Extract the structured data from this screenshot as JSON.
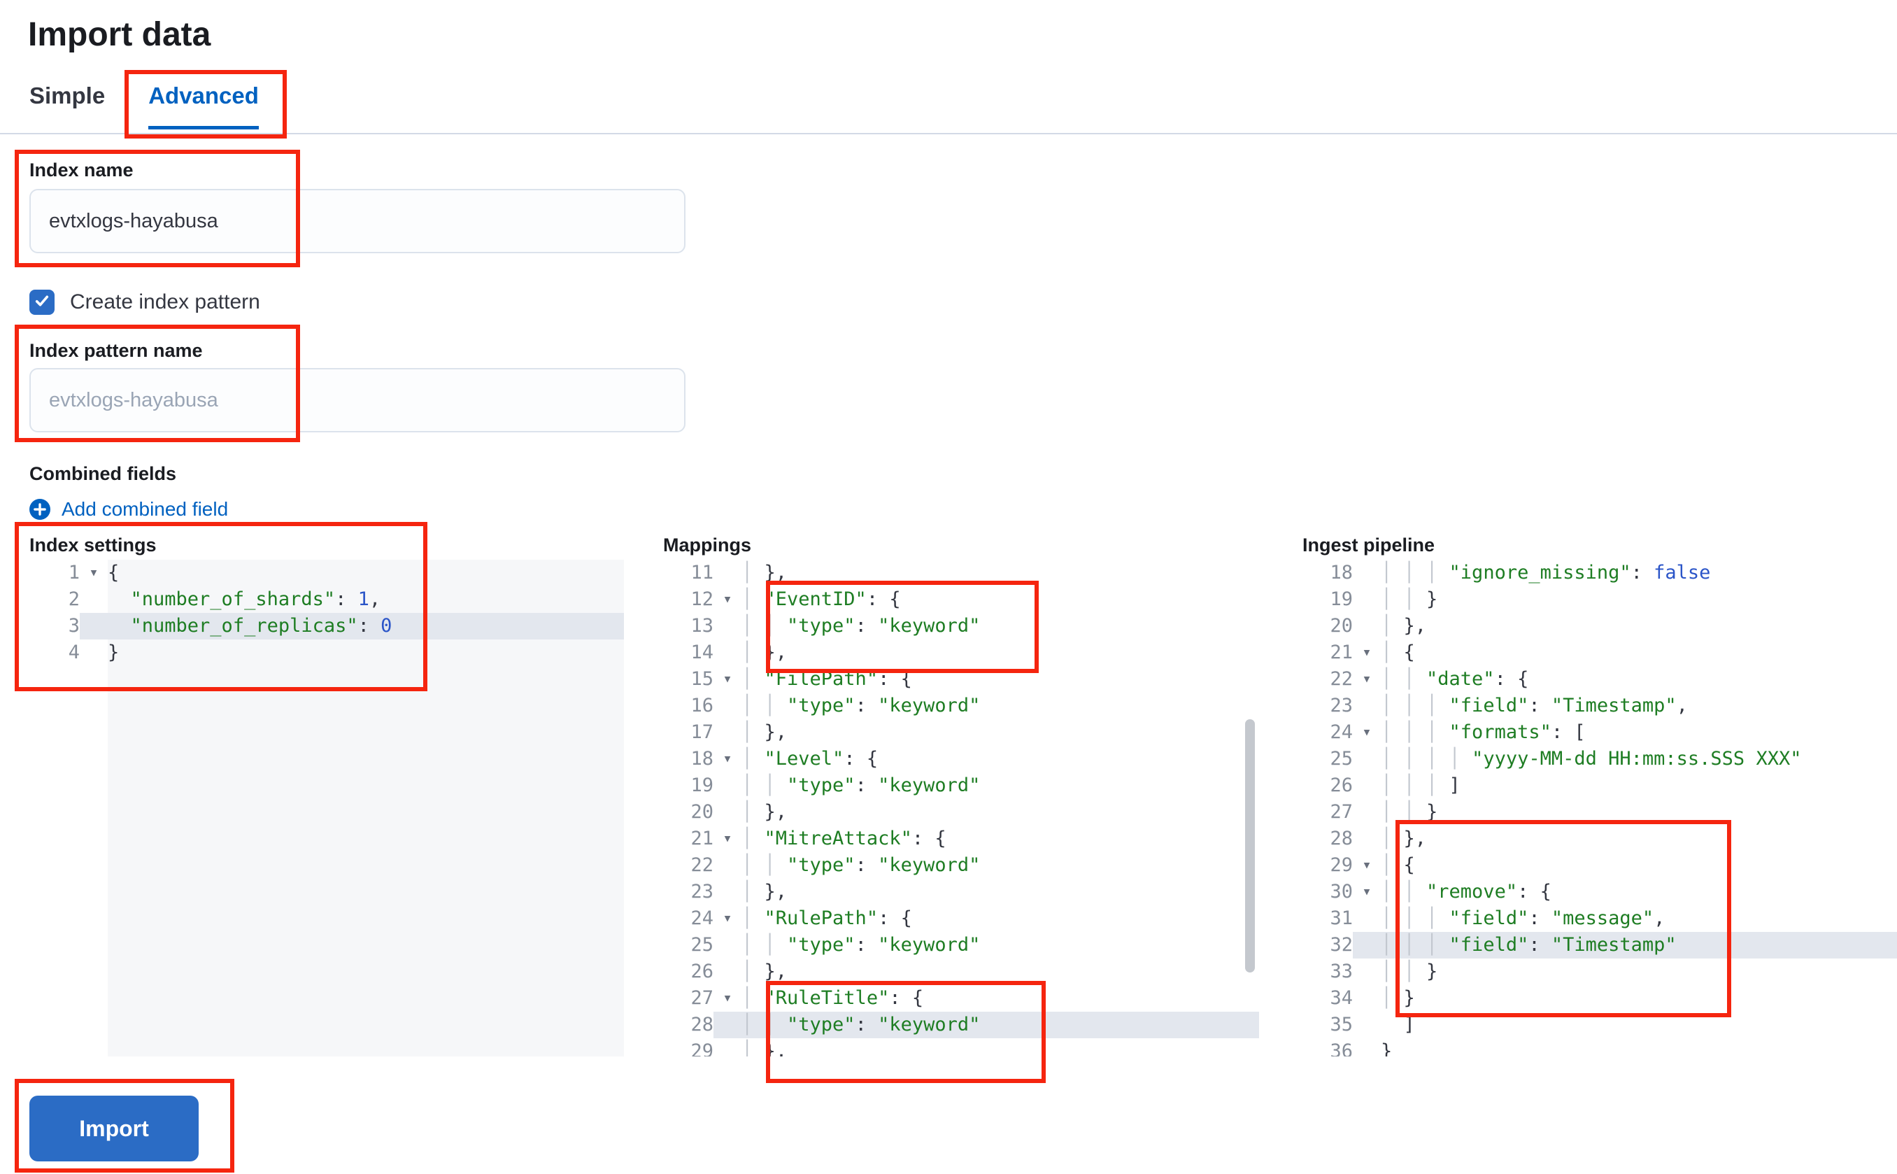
{
  "page": {
    "title": "Import data"
  },
  "tabs": {
    "simple": "Simple",
    "advanced": "Advanced"
  },
  "form": {
    "index_name_label": "Index name",
    "index_name_value": "evtxlogs-hayabusa",
    "create_index_pattern_label": "Create index pattern",
    "create_index_pattern_checked": true,
    "index_pattern_label": "Index pattern name",
    "index_pattern_placeholder": "evtxlogs-hayabusa",
    "combined_fields_label": "Combined fields",
    "add_combined_field_label": "Add combined field"
  },
  "buttons": {
    "import": "Import"
  },
  "icons": {
    "add_combined_field": "plus-in-circle-icon",
    "checkbox_check": "check-icon",
    "code_fold": "chevron-down-icon"
  },
  "colors": {
    "accent_blue": "#0061c0",
    "button_blue": "#2b6cc5",
    "annotation_red": "#f5250f",
    "syntax_string": "#1e7d23",
    "syntax_constant": "#2b55c8",
    "active_line": "#e3e7ee"
  },
  "editors": [
    {
      "id": "index-settings",
      "label": "Index settings",
      "active_line": 3,
      "lines": [
        {
          "n": 1,
          "fold": true,
          "segs": [
            [
              "p",
              "{"
            ]
          ]
        },
        {
          "n": 2,
          "segs": [
            [
              "w",
              "  "
            ],
            [
              "s",
              "\"number_of_shards\""
            ],
            [
              "p",
              ": "
            ],
            [
              "n",
              "1"
            ],
            [
              "p",
              ","
            ]
          ]
        },
        {
          "n": 3,
          "segs": [
            [
              "w",
              "  "
            ],
            [
              "s",
              "\"number_of_replicas\""
            ],
            [
              "p",
              ": "
            ],
            [
              "n",
              "0"
            ]
          ]
        },
        {
          "n": 4,
          "segs": [
            [
              "p",
              "}"
            ]
          ]
        }
      ]
    },
    {
      "id": "mappings",
      "label": "Mappings",
      "active_line": 28,
      "lines": [
        {
          "n": 11,
          "segs": [
            [
              "g",
              "│ "
            ],
            [
              "p",
              "},"
            ]
          ]
        },
        {
          "n": 12,
          "fold": true,
          "segs": [
            [
              "g",
              "│ "
            ],
            [
              "s",
              "\"EventID\""
            ],
            [
              "p",
              ": {"
            ]
          ]
        },
        {
          "n": 13,
          "segs": [
            [
              "g",
              "│ "
            ],
            [
              "g",
              "│ "
            ],
            [
              "s",
              "\"type\""
            ],
            [
              "p",
              ": "
            ],
            [
              "s",
              "\"keyword\""
            ]
          ]
        },
        {
          "n": 14,
          "segs": [
            [
              "g",
              "│ "
            ],
            [
              "p",
              "},"
            ]
          ]
        },
        {
          "n": 15,
          "fold": true,
          "segs": [
            [
              "g",
              "│ "
            ],
            [
              "s",
              "\"FilePath\""
            ],
            [
              "p",
              ": {"
            ]
          ]
        },
        {
          "n": 16,
          "segs": [
            [
              "g",
              "│ "
            ],
            [
              "g",
              "│ "
            ],
            [
              "s",
              "\"type\""
            ],
            [
              "p",
              ": "
            ],
            [
              "s",
              "\"keyword\""
            ]
          ]
        },
        {
          "n": 17,
          "segs": [
            [
              "g",
              "│ "
            ],
            [
              "p",
              "},"
            ]
          ]
        },
        {
          "n": 18,
          "fold": true,
          "segs": [
            [
              "g",
              "│ "
            ],
            [
              "s",
              "\"Level\""
            ],
            [
              "p",
              ": {"
            ]
          ]
        },
        {
          "n": 19,
          "segs": [
            [
              "g",
              "│ "
            ],
            [
              "g",
              "│ "
            ],
            [
              "s",
              "\"type\""
            ],
            [
              "p",
              ": "
            ],
            [
              "s",
              "\"keyword\""
            ]
          ]
        },
        {
          "n": 20,
          "segs": [
            [
              "g",
              "│ "
            ],
            [
              "p",
              "},"
            ]
          ]
        },
        {
          "n": 21,
          "fold": true,
          "segs": [
            [
              "g",
              "│ "
            ],
            [
              "s",
              "\"MitreAttack\""
            ],
            [
              "p",
              ": {"
            ]
          ]
        },
        {
          "n": 22,
          "segs": [
            [
              "g",
              "│ "
            ],
            [
              "g",
              "│ "
            ],
            [
              "s",
              "\"type\""
            ],
            [
              "p",
              ": "
            ],
            [
              "s",
              "\"keyword\""
            ]
          ]
        },
        {
          "n": 23,
          "segs": [
            [
              "g",
              "│ "
            ],
            [
              "p",
              "},"
            ]
          ]
        },
        {
          "n": 24,
          "fold": true,
          "segs": [
            [
              "g",
              "│ "
            ],
            [
              "s",
              "\"RulePath\""
            ],
            [
              "p",
              ": {"
            ]
          ]
        },
        {
          "n": 25,
          "segs": [
            [
              "g",
              "│ "
            ],
            [
              "g",
              "│ "
            ],
            [
              "s",
              "\"type\""
            ],
            [
              "p",
              ": "
            ],
            [
              "s",
              "\"keyword\""
            ]
          ]
        },
        {
          "n": 26,
          "segs": [
            [
              "g",
              "│ "
            ],
            [
              "p",
              "},"
            ]
          ]
        },
        {
          "n": 27,
          "fold": true,
          "segs": [
            [
              "g",
              "│ "
            ],
            [
              "s",
              "\"RuleTitle\""
            ],
            [
              "p",
              ": {"
            ]
          ]
        },
        {
          "n": 28,
          "segs": [
            [
              "g",
              "│ "
            ],
            [
              "g",
              "│ "
            ],
            [
              "s",
              "\"type\""
            ],
            [
              "p",
              ": "
            ],
            [
              "s",
              "\"keyword\""
            ]
          ]
        },
        {
          "n": 29,
          "segs": [
            [
              "g",
              "│ "
            ],
            [
              "p",
              "},"
            ]
          ]
        }
      ]
    },
    {
      "id": "ingest-pipeline",
      "label": "Ingest pipeline",
      "active_line": 32,
      "lines": [
        {
          "n": 18,
          "segs": [
            [
              "g",
              "│ "
            ],
            [
              "g",
              "│ "
            ],
            [
              "g",
              "│ "
            ],
            [
              "s",
              "\"ignore_missing\""
            ],
            [
              "p",
              ": "
            ],
            [
              "b",
              "false"
            ]
          ]
        },
        {
          "n": 19,
          "segs": [
            [
              "g",
              "│ "
            ],
            [
              "g",
              "│ "
            ],
            [
              "p",
              "}"
            ]
          ]
        },
        {
          "n": 20,
          "segs": [
            [
              "g",
              "│ "
            ],
            [
              "p",
              "},"
            ]
          ]
        },
        {
          "n": 21,
          "fold": true,
          "segs": [
            [
              "g",
              "│ "
            ],
            [
              "p",
              "{"
            ]
          ]
        },
        {
          "n": 22,
          "fold": true,
          "segs": [
            [
              "g",
              "│ "
            ],
            [
              "g",
              "│ "
            ],
            [
              "s",
              "\"date\""
            ],
            [
              "p",
              ": {"
            ]
          ]
        },
        {
          "n": 23,
          "segs": [
            [
              "g",
              "│ "
            ],
            [
              "g",
              "│ "
            ],
            [
              "g",
              "│ "
            ],
            [
              "s",
              "\"field\""
            ],
            [
              "p",
              ": "
            ],
            [
              "s",
              "\"Timestamp\""
            ],
            [
              "p",
              ","
            ]
          ]
        },
        {
          "n": 24,
          "fold": true,
          "segs": [
            [
              "g",
              "│ "
            ],
            [
              "g",
              "│ "
            ],
            [
              "g",
              "│ "
            ],
            [
              "s",
              "\"formats\""
            ],
            [
              "p",
              ": ["
            ]
          ]
        },
        {
          "n": 25,
          "segs": [
            [
              "g",
              "│ "
            ],
            [
              "g",
              "│ "
            ],
            [
              "g",
              "│ "
            ],
            [
              "g",
              "│ "
            ],
            [
              "s",
              "\"yyyy-MM-dd HH:mm:ss.SSS XXX\""
            ]
          ]
        },
        {
          "n": 26,
          "segs": [
            [
              "g",
              "│ "
            ],
            [
              "g",
              "│ "
            ],
            [
              "g",
              "│ "
            ],
            [
              "p",
              "]"
            ]
          ]
        },
        {
          "n": 27,
          "segs": [
            [
              "g",
              "│ "
            ],
            [
              "g",
              "│ "
            ],
            [
              "p",
              "}"
            ]
          ]
        },
        {
          "n": 28,
          "segs": [
            [
              "g",
              "│ "
            ],
            [
              "p",
              "},"
            ]
          ]
        },
        {
          "n": 29,
          "fold": true,
          "segs": [
            [
              "g",
              "│ "
            ],
            [
              "p",
              "{"
            ]
          ]
        },
        {
          "n": 30,
          "fold": true,
          "segs": [
            [
              "g",
              "│ "
            ],
            [
              "g",
              "│ "
            ],
            [
              "s",
              "\"remove\""
            ],
            [
              "p",
              ": {"
            ]
          ]
        },
        {
          "n": 31,
          "segs": [
            [
              "g",
              "│ "
            ],
            [
              "g",
              "│ "
            ],
            [
              "g",
              "│ "
            ],
            [
              "s",
              "\"field\""
            ],
            [
              "p",
              ": "
            ],
            [
              "s",
              "\"message\""
            ],
            [
              "p",
              ","
            ]
          ]
        },
        {
          "n": 32,
          "segs": [
            [
              "g",
              "│ "
            ],
            [
              "g",
              "│ "
            ],
            [
              "g",
              "│ "
            ],
            [
              "s",
              "\"field\""
            ],
            [
              "p",
              ": "
            ],
            [
              "s",
              "\"Timestamp\""
            ]
          ]
        },
        {
          "n": 33,
          "segs": [
            [
              "g",
              "│ "
            ],
            [
              "g",
              "│ "
            ],
            [
              "p",
              "}"
            ]
          ]
        },
        {
          "n": 34,
          "segs": [
            [
              "g",
              "│ "
            ],
            [
              "p",
              "}"
            ]
          ]
        },
        {
          "n": 35,
          "segs": [
            [
              "w",
              "  "
            ],
            [
              "p",
              "]"
            ]
          ]
        },
        {
          "n": 36,
          "segs": [
            [
              "p",
              "}"
            ]
          ]
        }
      ]
    }
  ]
}
